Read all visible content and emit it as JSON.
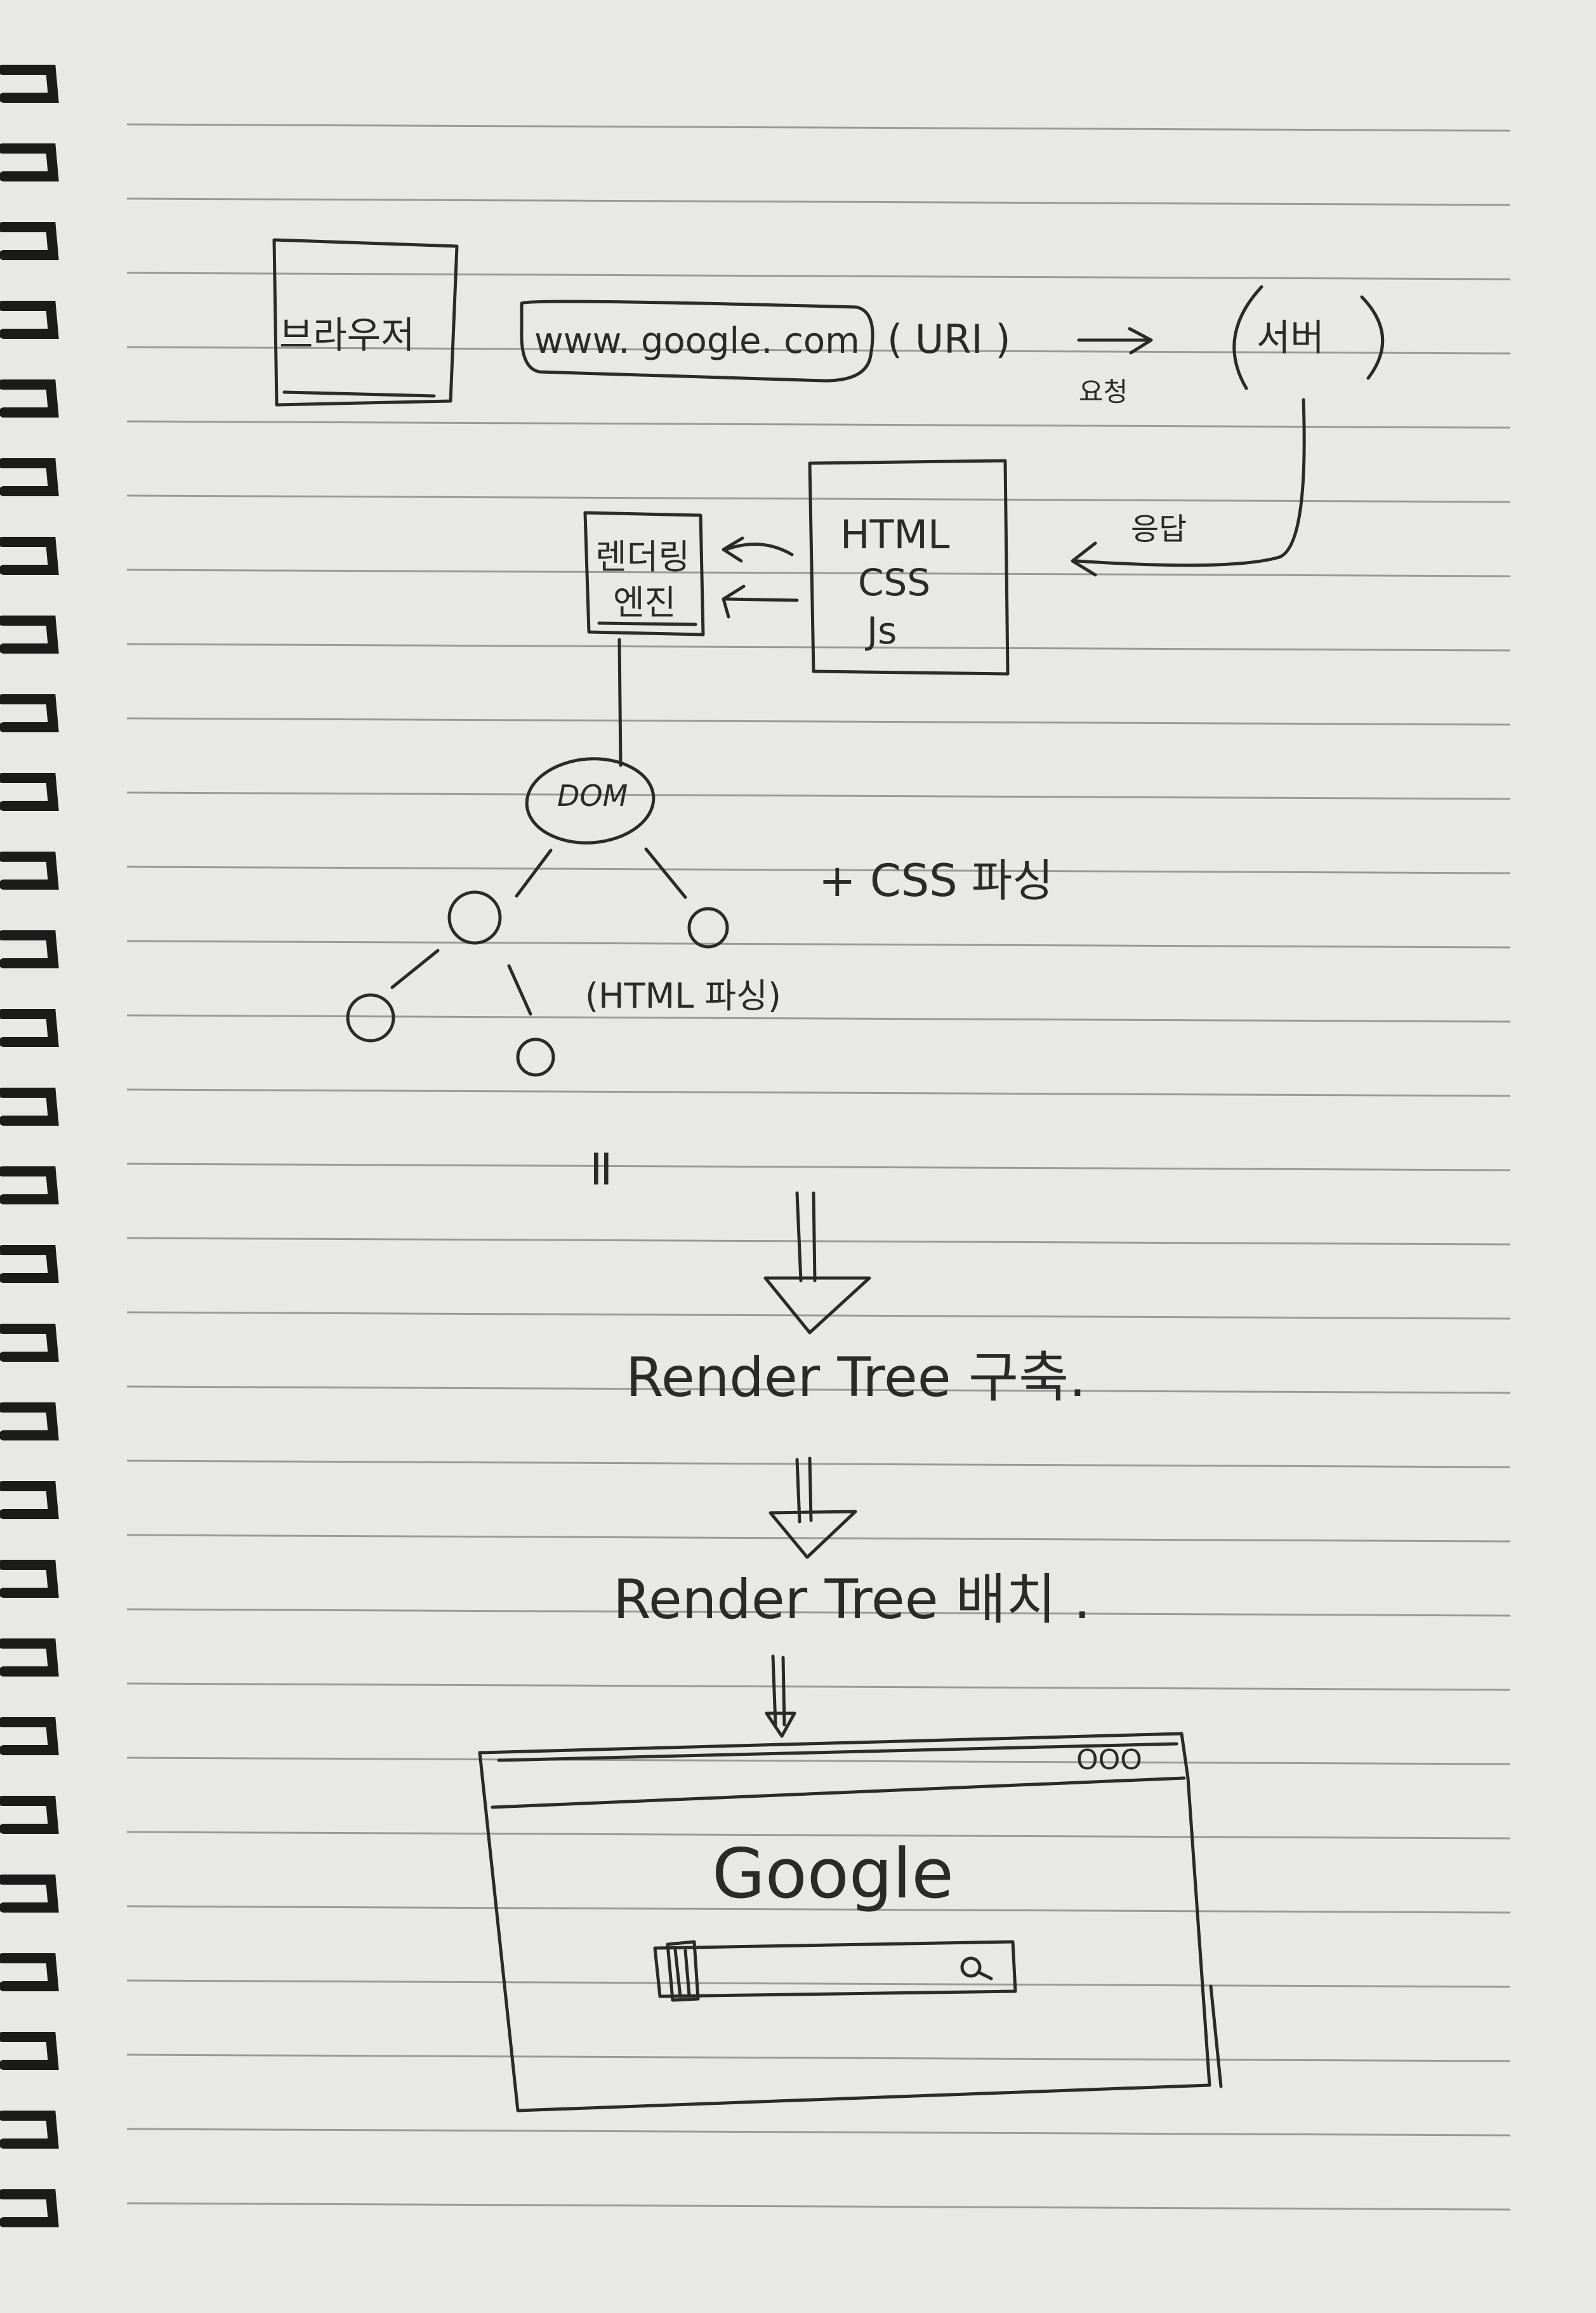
{
  "diagram": {
    "browser_label": "브라우저",
    "url_label": "www. google. com",
    "uri_label": "( URI )",
    "request_label": "요청",
    "server_label": "서버",
    "response_label": "응답",
    "engine_label_line1": "렌더링",
    "engine_label_line2": "엔진",
    "files": [
      "HTML",
      "CSS",
      "Js"
    ],
    "dom_label": "DOM",
    "css_parse_label": "+ CSS 파싱",
    "html_parse_label": "(HTML 파싱)",
    "equals_label": "=",
    "render_tree_build_label": "Render Tree 구축.",
    "render_tree_layout_label": "Render Tree 배치 .",
    "window_controls": "OOO",
    "google_label": "Google"
  },
  "colors": {
    "paper": "#e8e8e6",
    "ink": "#2a2a2a",
    "rule": "#9a9a9a",
    "ring": "#1b1b1b"
  }
}
